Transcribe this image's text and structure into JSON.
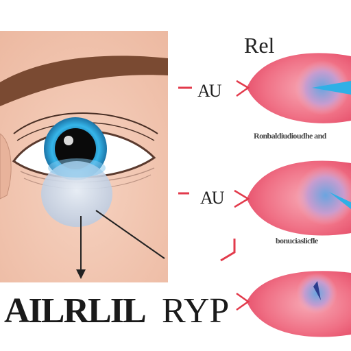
{
  "right_panel": {
    "heading": "Rel",
    "labels": [
      "AU",
      "AU"
    ],
    "captions": [
      "Ronbaldiudioudhe and",
      "bonuciaslicfle"
    ]
  },
  "bottom": {
    "title_left": "AILRLIL",
    "title_right": "RYP"
  },
  "colors": {
    "skin": "#f2c4ae",
    "iris": "#33a5dd",
    "eyelid_pink": "#f06b80",
    "marker_red": "#e23a4b",
    "brow": "#7a4a32"
  }
}
